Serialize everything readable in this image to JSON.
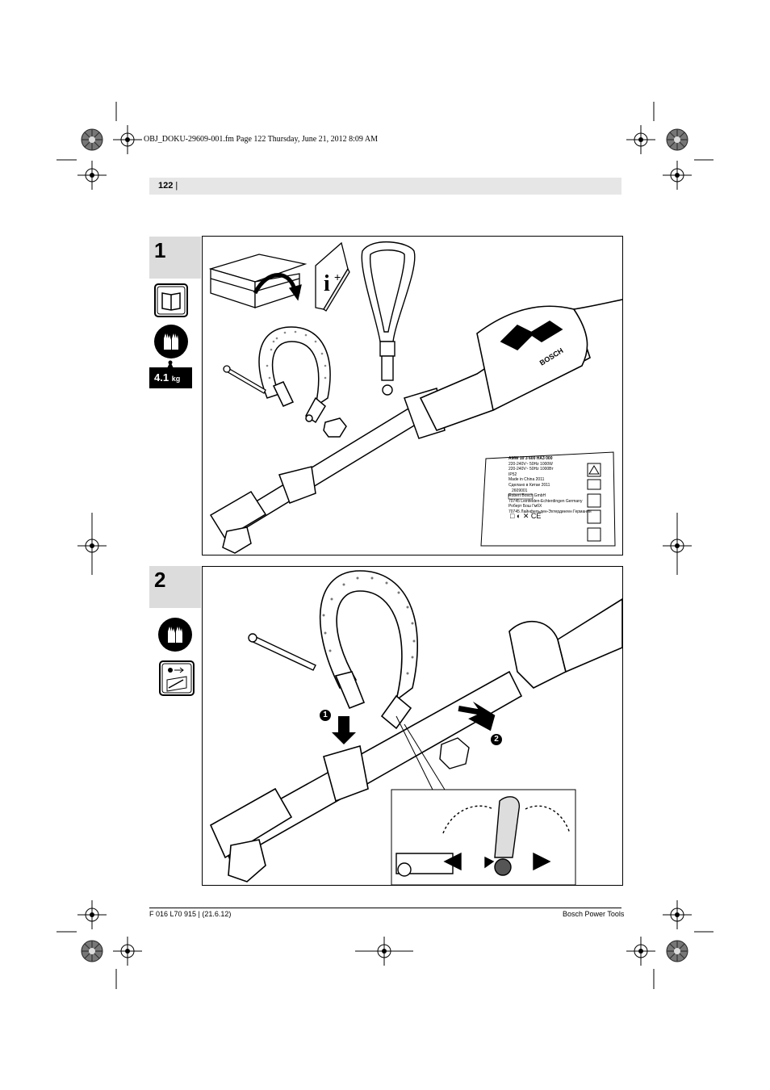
{
  "header": {
    "file_line": "OBJ_DOKU-29609-001.fm  Page 122  Thursday, June 21, 2012  8:09 AM",
    "page_number": "122"
  },
  "figure_1": {
    "step": "1",
    "weight_value": "4.1",
    "weight_unit": "kg",
    "rating_plate": {
      "lines": [
        "AMW 10   3 600 HA3 000",
        "220-240V~  50Hz  1000W",
        "220-240V~  50Hz  1000Вт",
        "IP52",
        "Made in China  2011",
        "Сделано в Китае  2011",
        "Robert Bosch GmbH",
        "70745 Leinfelden-Echterdingen Germany",
        "Роберт Бош ГмбХ",
        "70745 Лайнфельден-Эхтердинген Германия"
      ],
      "code_box": "2609001"
    }
  },
  "figure_2": {
    "step": "2",
    "callout_1": "1",
    "callout_2": "2"
  },
  "footer": {
    "left": "F 016 L70 915 | (21.6.12)",
    "right": "Bosch Power Tools"
  }
}
